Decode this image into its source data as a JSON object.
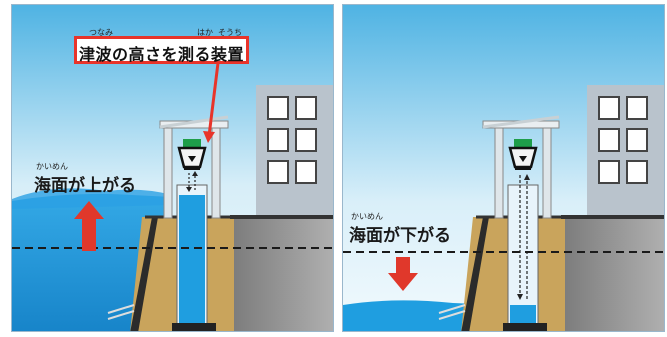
{
  "callout": {
    "text": "津波の高さを測る装置",
    "ruby": [
      "つなみ",
      "はか",
      "そうち"
    ]
  },
  "left_panel": {
    "label": "海面が上がる",
    "label_ruby": "かいめん"
  },
  "right_panel": {
    "label": "海面が下がる",
    "label_ruby": "かいめん"
  },
  "colors": {
    "sky_top": "#5bb9e6",
    "sea": "#1f9ee0",
    "ground": "#c9a45c",
    "wall": "#8e8e8e",
    "building": "#b9c3cc",
    "arrow_red": "#e0382b",
    "sensor_green": "#1e9e4a"
  }
}
